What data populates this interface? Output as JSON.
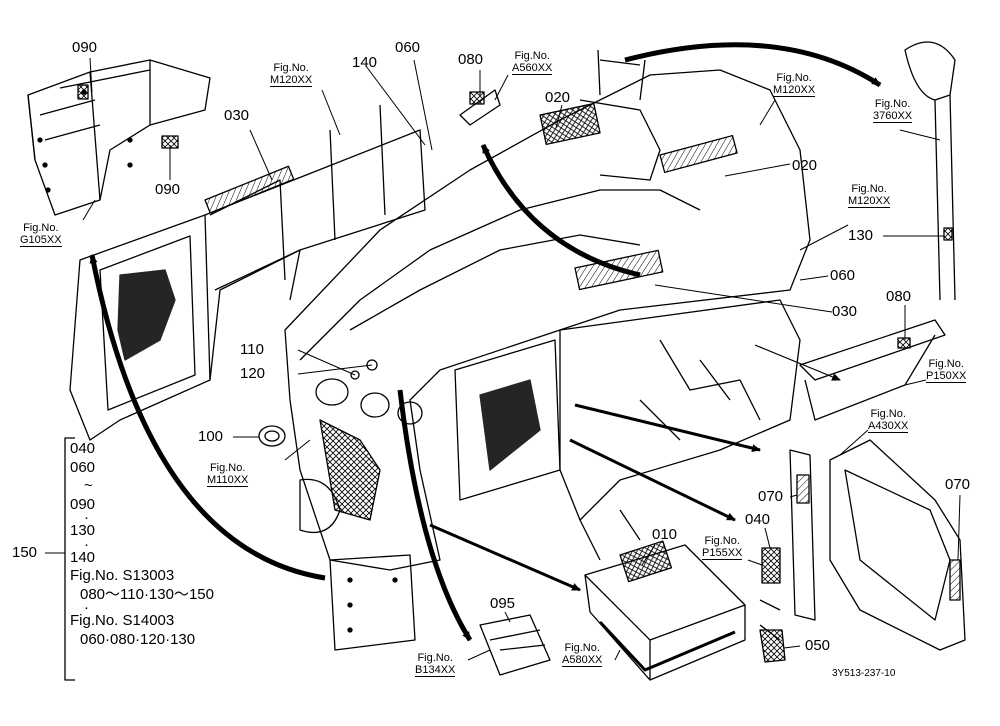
{
  "callouts": {
    "c090a": "090",
    "c090b": "090",
    "c030a": "030",
    "c030b": "030",
    "c140": "140",
    "c060a": "060",
    "c060b": "060",
    "c080a": "080",
    "c080b": "080",
    "c020a": "020",
    "c020b": "020",
    "c130": "130",
    "c110": "110",
    "c120": "120",
    "c100": "100",
    "c070a": "070",
    "c070b": "070",
    "c040": "040",
    "c010": "010",
    "c095": "095",
    "c050": "050",
    "c150": "150"
  },
  "fig_refs": {
    "prefix": "Fig.No.",
    "g105": "G105XX",
    "m120_top": "M120XX",
    "a560": "A560XX",
    "m120_right": "M120XX",
    "m120_mid": "M120XX",
    "r3760": "3760XX",
    "p150": "P150XX",
    "a430": "A430XX",
    "m110": "M110XX",
    "p155": "P155XX",
    "a580": "A580XX",
    "b134": "B134XX"
  },
  "legend": {
    "items": [
      "040",
      "060",
      "~",
      "090",
      "·",
      "130",
      "·",
      "140"
    ],
    "ref1_label": "Fig.No. S13003",
    "ref1_parts": "080～110·130～150",
    "ref2_dot": "·",
    "ref2_label": "Fig.No. S14003",
    "ref2_parts": "060·080·120·130"
  },
  "drawing_code": "3Y513-237-10"
}
